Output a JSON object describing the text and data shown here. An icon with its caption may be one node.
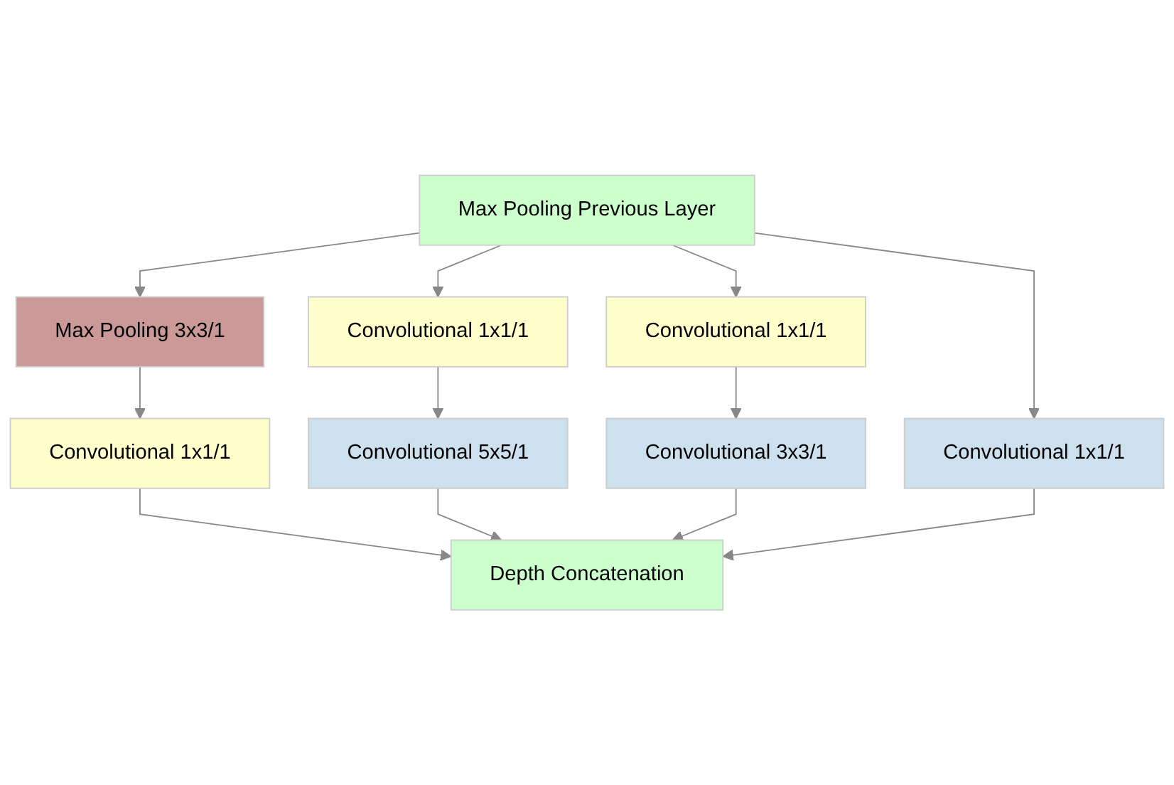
{
  "diagram": {
    "nodes": [
      {
        "text": [
          "Max Pooling Previous Layer"
        ]
      },
      {
        "text": [
          "Max Pooling 3x3/1"
        ]
      },
      {
        "text": [
          "Convolutional 1x1/1"
        ]
      },
      {
        "text": [
          "Convolutional 1x1/1"
        ]
      },
      {
        "text": [
          "Convolutional 1x1/1"
        ]
      },
      {
        "text": [
          "Convolutional 1x1/1"
        ]
      },
      {
        "text": [
          "Convolutional 5x5/1"
        ]
      },
      {
        "text": [
          "Convolutional 3x3/1"
        ]
      },
      {
        "text": [
          "Depth Concatenation"
        ]
      }
    ],
    "edges": [
      {
        "from": 0,
        "to": 1,
        "arrow": "to"
      },
      {
        "from": 0,
        "to": 2,
        "arrow": "to"
      },
      {
        "from": 0,
        "to": 3,
        "arrow": "to"
      },
      {
        "from": 0,
        "to": 4,
        "arrow": "to"
      },
      {
        "from": 1,
        "to": 5,
        "arrow": "to"
      },
      {
        "from": 2,
        "to": 6,
        "arrow": "to"
      },
      {
        "from": 3,
        "to": 7,
        "arrow": "to"
      },
      {
        "from": 5,
        "to": 8,
        "arrow": "to"
      },
      {
        "from": 6,
        "to": 8,
        "arrow": "to"
      },
      {
        "from": 7,
        "to": 8,
        "arrow": "to"
      },
      {
        "from": 4,
        "to": 8,
        "arrow": "to"
      }
    ]
  }
}
